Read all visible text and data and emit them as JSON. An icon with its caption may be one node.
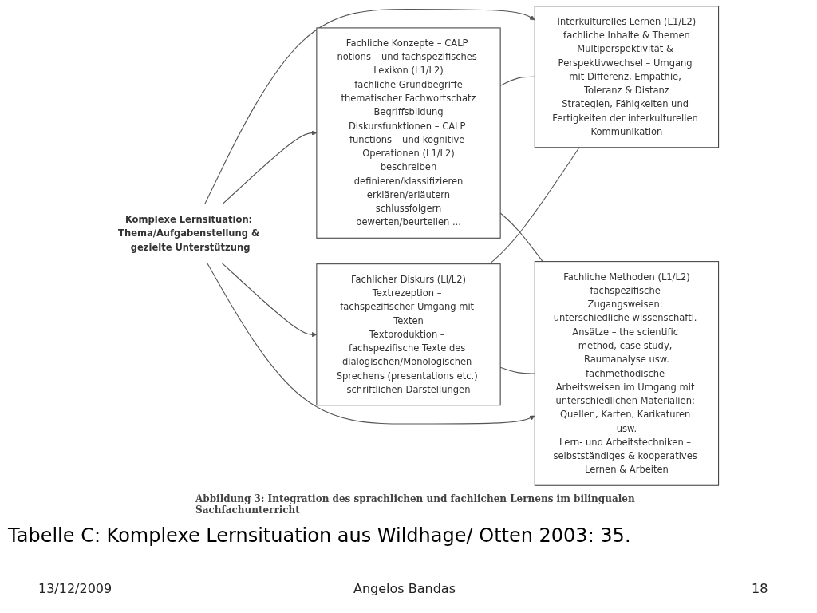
{
  "diagram": {
    "title": "Tabelle C: Komplexe Lernsituation aus Wildhage/ Otten 2003: 35.",
    "caption": "Abbildung 3: Integration des sprachlichen und fachlichen Lernens im bilingualen Sachfachunterricht",
    "nodes": [
      {
        "text": [
          "Interkulturelles Lernen (L1/L2)",
          "fachliche Inhalte & Themen",
          "Multiperspektivität & Perspektivwechsel – Umgang mit Differenz, Empathie, Toleranz & Distanz",
          "Strategien, Fähigkeiten und Fertigkeiten der interkulturellen Kommunikation"
        ]
      },
      {
        "text": [
          "Fachliche Konzepte – CALP notions – und fachspezifisches Lexikon (L1/L2)",
          "fachliche Grundbegriffe",
          "thematischer Fachwortschatz",
          "Begriffsbildung",
          "Diskursfunktionen – CALP functions – und kognitive Operationen (L1/L2)",
          "beschreiben",
          "definieren/klassifizieren",
          "erklären/erläutern",
          "schlussfolgern",
          "bewerten/beurteilen ..."
        ]
      },
      {
        "text": [
          "Komplexe Lernsituation: Thema/Aufgabenstellung & gezielte Unterstützung"
        ]
      },
      {
        "text": [
          "Fachlicher Diskurs (Ll/L2)",
          "Textrezeption – fachspezifischer Umgang mit Texten",
          "Textproduktion – fachspezifische Texte des dialogischen/Monologischen Sprechens (presentations etc.) schriftlichen Darstellungen"
        ]
      },
      {
        "text": [
          "Fachliche Methoden (L1/L2)",
          "fachspezifische Zugangsweisen: unterschiedliche wissenschaftl. Ansätze – the scientific method, case study, Raumanalyse usw.",
          "fachmethodische Arbeitsweisen im Umgang mit unterschiedlichen Materialien: Quellen, Karten, Karikaturen usw.",
          "Lern- und Arbeitstechniken – selbstständiges & kooperatives Lernen & Arbeiten"
        ]
      }
    ],
    "edges": [
      {
        "from": 2,
        "to": 0,
        "arrow": "to"
      },
      {
        "from": 2,
        "to": 1,
        "arrow": "to"
      },
      {
        "from": 2,
        "to": 3,
        "arrow": "to"
      },
      {
        "from": 2,
        "to": 4,
        "arrow": "to"
      },
      {
        "from": 1,
        "to": 0,
        "arrow": "none"
      },
      {
        "from": 3,
        "to": 0,
        "arrow": "none"
      },
      {
        "from": 1,
        "to": 4,
        "arrow": "none"
      },
      {
        "from": 3,
        "to": 4,
        "arrow": "none"
      }
    ],
    "labels": [
      "13/12/2009",
      "Angelos Bandas",
      "18"
    ]
  }
}
